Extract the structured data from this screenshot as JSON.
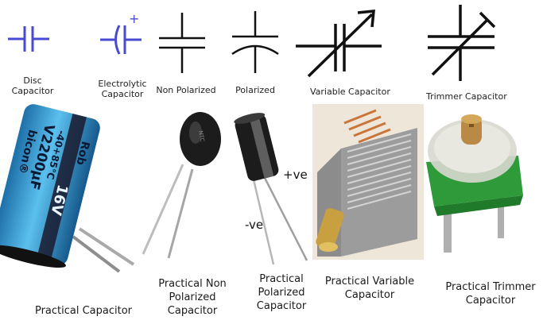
{
  "symbols": [
    {
      "id": "disc",
      "lines": [
        "Disc",
        "Capacitor"
      ],
      "icon": "disc-capacitor-symbol-icon"
    },
    {
      "id": "electrolytic",
      "lines": [
        "Electrolytic",
        "Capacitor"
      ],
      "icon": "electrolytic-capacitor-symbol-icon",
      "plus": "+"
    },
    {
      "id": "nonpolarized",
      "lines": [
        "Non Polarized"
      ],
      "icon": "non-polarized-capacitor-symbol-icon"
    },
    {
      "id": "polarized",
      "lines": [
        "Polarized"
      ],
      "icon": "polarized-capacitor-symbol-icon"
    },
    {
      "id": "variable",
      "lines": [
        "Variable Capacitor"
      ],
      "icon": "variable-capacitor-symbol-icon"
    },
    {
      "id": "trimmer",
      "lines": [
        "Trimmer Capacitor"
      ],
      "icon": "trimmer-capacitor-symbol-icon"
    }
  ],
  "captions": {
    "practical": [
      "Practical Capacitor"
    ],
    "nonpolarized": [
      "Practical  Non",
      "Polarized",
      "Capacitor"
    ],
    "polarized": [
      "Practical",
      "Polarized",
      "Capacitor"
    ],
    "variable": [
      "Practical Variable",
      "Capacitor"
    ],
    "trimmer": [
      "Practical Trimmer",
      "Capacitor"
    ]
  },
  "photo_text": {
    "electrolytic_label_1": "bicon®",
    "electrolytic_label_2": "V2200μF",
    "electrolytic_label_3": "16V",
    "electrolytic_label_4": "-40+85°C",
    "electrolytic_label_5": "Rob",
    "polarity_plus": "+ve",
    "polarity_minus": "-ve"
  },
  "colors": {
    "symbol_blue": "#4a4ad0",
    "symbol_black": "#111111",
    "electrolytic_body": "#3aa0d8",
    "trimmer_green": "#2e9a3a"
  }
}
